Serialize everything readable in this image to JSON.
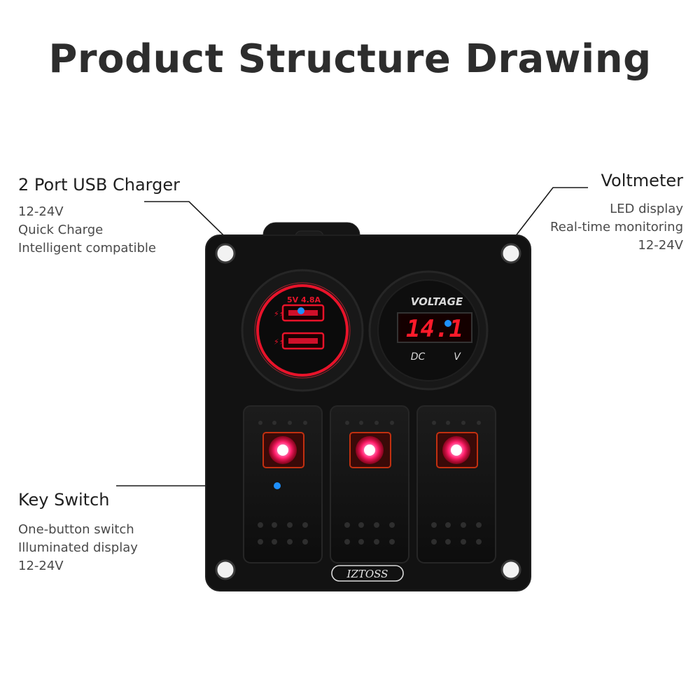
{
  "title": "Product Structure Drawing",
  "callouts": {
    "usb": {
      "heading": "2 Port USB Charger",
      "lines": [
        "12-24V",
        "Quick Charge",
        "Intelligent compatible"
      ]
    },
    "voltmeter": {
      "heading": "Voltmeter",
      "lines": [
        "LED display",
        "Real-time monitoring",
        "12-24V"
      ]
    },
    "key_switch": {
      "heading": "Key Switch",
      "lines": [
        "One-button switch",
        "Illuminated display",
        "12-24V"
      ]
    }
  },
  "panel": {
    "usb_rating": "5V 4.8A",
    "voltage_label": "VOLTAGE",
    "display_value": "14.1",
    "dc_label": "DC",
    "v_label": "V",
    "brand": "IZTOSS"
  },
  "colors": {
    "panel": "#111111",
    "accent_red": "#e8132a",
    "marker_blue": "#1e90ff",
    "text_dark": "#2d2d2d"
  }
}
